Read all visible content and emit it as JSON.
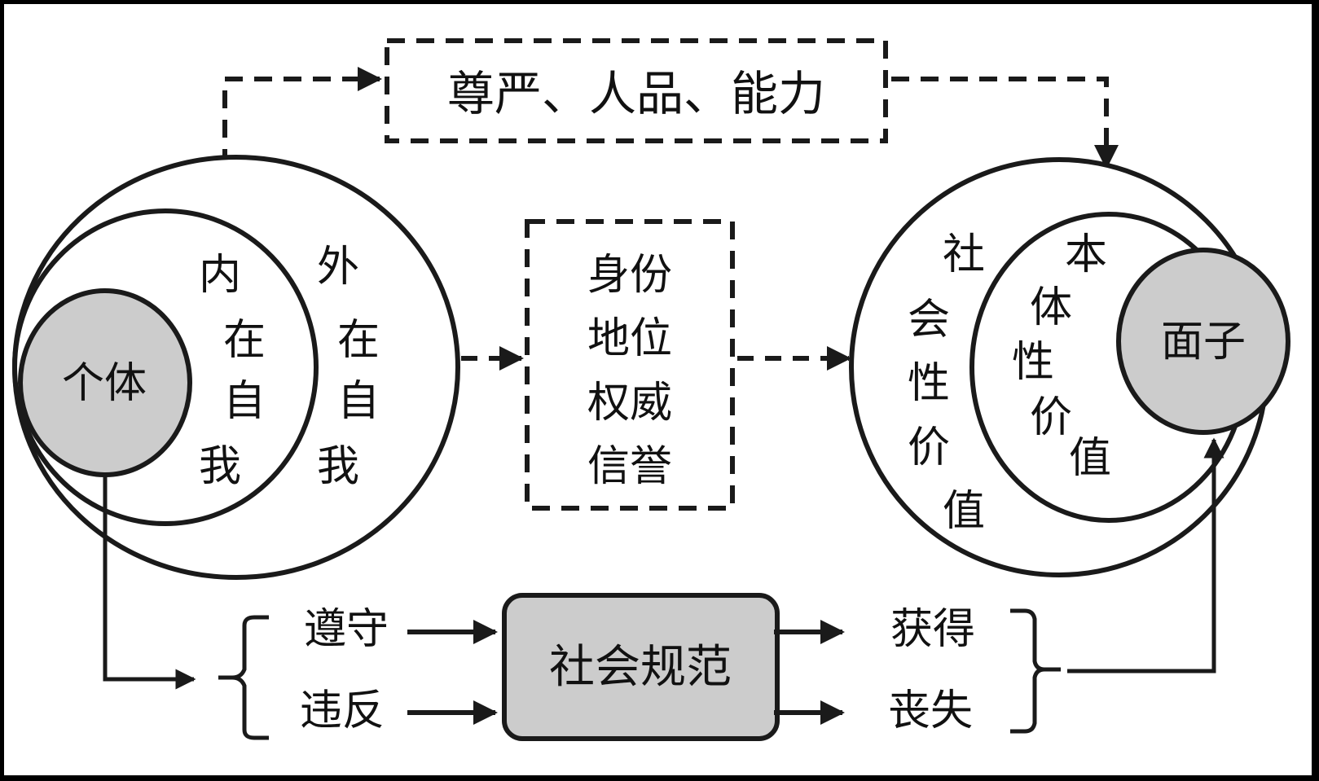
{
  "diagram": {
    "top_box": {
      "text": "尊严、人品、能力"
    },
    "left_group": {
      "outer_circle": {
        "label_chars": [
          "外",
          "在",
          "自",
          "我"
        ]
      },
      "inner_circle": {
        "label_chars": [
          "内",
          "在",
          "自",
          "我"
        ]
      },
      "core_circle": {
        "label": "个体"
      }
    },
    "middle_box": {
      "rows": [
        "身份",
        "地位",
        "权威",
        "信誉"
      ]
    },
    "right_group": {
      "outer_circle": {
        "label_chars": [
          "社",
          "会",
          "性",
          "价",
          "值"
        ]
      },
      "inner_circle": {
        "label_chars": [
          "本",
          "体",
          "性",
          "价",
          "值"
        ]
      },
      "core_circle": {
        "label": "面子"
      }
    },
    "bottom": {
      "left_branches": [
        "遵守",
        "违反"
      ],
      "center_box": "社会规范",
      "right_branches": [
        "获得",
        "丧失"
      ]
    },
    "colors": {
      "stroke": "#1a1a1a",
      "fill_gray": "#cccccc",
      "background": "#ffffff"
    }
  }
}
